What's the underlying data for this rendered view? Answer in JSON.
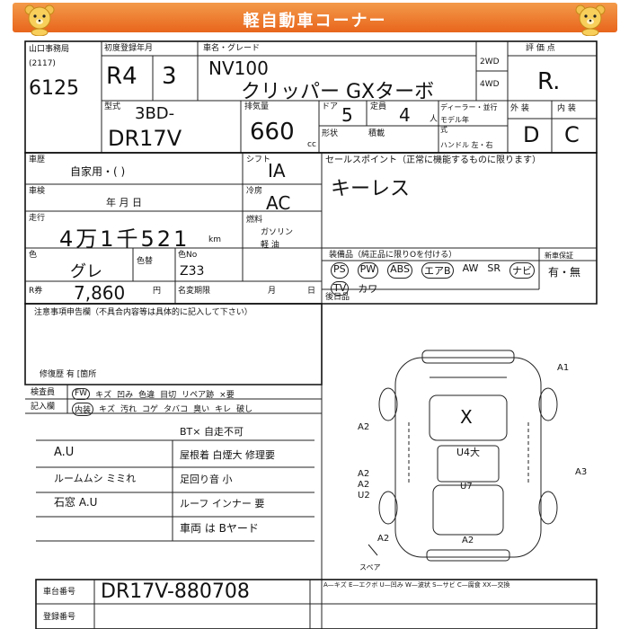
{
  "header": {
    "title": "軽自動車コーナー"
  },
  "corner": {
    "site": "山口事務局",
    "code": "(2117)",
    "lot": "6125"
  },
  "labels": {
    "first_reg": "初度登録年月",
    "name_grade": "車名・グレード",
    "wd2": "2WD",
    "wd4": "4WD",
    "score_label": "評 価 点",
    "model": "型式",
    "displacement": "排気量",
    "doors": "ドア",
    "capacity": "定員",
    "shape": "形状",
    "load": "積載",
    "dealer": "ディーラー・並行",
    "model_year": "モデル年式",
    "handle": "ハンドル 左・右",
    "year_unit": "年",
    "exterior": "外 装",
    "interior": "内 装",
    "history": "車歴",
    "history_val": "自家用・(              )",
    "inspection": "車検",
    "inspection_val": "年      月      日",
    "mileage": "走行",
    "color": "色",
    "color_change": "色替",
    "color_no": "色No",
    "shift": "シフト",
    "aircon": "冷房",
    "fuel": "燃料",
    "fuel_opts": "ガソリン",
    "fuel_opts2": "軽  油",
    "recycle": "R券",
    "yen": "円",
    "name_change": "名変期限",
    "month": "月",
    "day": "日",
    "sales_point": "セールスポイント（正常に機能するものに限ります）",
    "notes_header": "注意事項申告欄（不具合内容等は具体的に記入して下さい）",
    "repair_history": "修復歴   有 [箇所",
    "inspector": "検査員",
    "record_col": "記入欄",
    "equip_header": "装備品（純正品に限りOを付ける）",
    "new_warranty": "新車保証",
    "warranty_val": "有・無",
    "back_seat": "後日品",
    "chassis": "車台番号",
    "reg_no": "登録番号",
    "legend": "A—キズ  E—エクボ  U—凹み  W—波状  S—サビ  C—腐食  XX—交換",
    "cc": "cc",
    "km": "km",
    "hito": "人"
  },
  "inspect_items": [
    "FW",
    "キズ",
    "凹み",
    "色違",
    "目切",
    "リペア跡",
    "×要"
  ],
  "record_items": [
    "内装",
    "キズ",
    "汚れ",
    "コゲ",
    "タバコ",
    "臭い",
    "キレ",
    "破し"
  ],
  "equipment": [
    "PS",
    "PW",
    "ABS",
    "エアB",
    "AW",
    "SR",
    "ナビ",
    "TV",
    "カワ"
  ],
  "handwritten": {
    "reg_year": "R4",
    "reg_month": "3",
    "name": "NV100",
    "grade": "クリッパー GXターボ",
    "score": "R.",
    "model": "3BD-",
    "model2": "DR17V",
    "displacement": "660",
    "doors": "5",
    "capacity": "4",
    "exterior": "D",
    "interior": "C",
    "shift": "IA",
    "aircon": "AC",
    "mileage": "4万1千521",
    "color": "グレ",
    "color_no": "Z33",
    "recycle": "7,860",
    "sales_point": "キーレス",
    "notes": [
      "A.U",
      "ルームムシ ミミれ",
      "石窓 A.U"
    ],
    "right_notes": [
      "BT×  自走不可",
      "屋根着 白煙大 修理要",
      "足回り音 小",
      "ルーフ インナー 要",
      "車両 は Bヤード"
    ],
    "chassis": "DR17V-880708",
    "marks": [
      "A1",
      "A2",
      "A2",
      "A3",
      "A2",
      "U2",
      "X",
      "U4大",
      "U7",
      "A2",
      "A2",
      "スペア"
    ]
  },
  "colors": {
    "header_top": "#f39a4a",
    "header_bottom": "#e8651c",
    "ink": "#111111"
  }
}
